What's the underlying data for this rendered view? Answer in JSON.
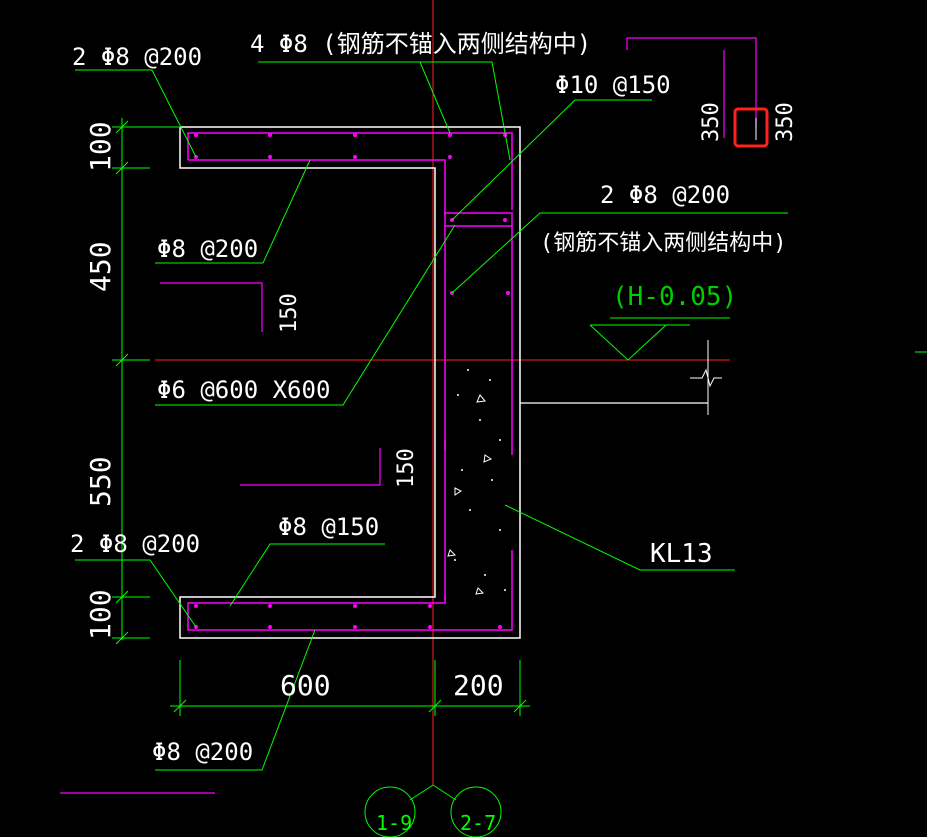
{
  "labels": {
    "top_bar_callout": "4 Φ8 (钢筋不锚入两侧结构中)",
    "top_left_bars": "2 Φ8 @200",
    "top_right_stirrup": "Φ10 @150",
    "right_mid_bars": "2 Φ8 @200",
    "right_mid_note": "(钢筋不锚入两侧结构中)",
    "level_mark": "(H-0.05)",
    "left_top_bars": "Φ8 @200",
    "tie_bars": "Φ6 @600 X600",
    "bottom_left_bars": "2 Φ8 @200",
    "bottom_stirrup": "Φ8 @150",
    "beam_tag": "KL13",
    "bottom_bars": "Φ8 @200",
    "section_mark_right": "350",
    "section_mark_left": "350",
    "offset_150_upper": "150",
    "offset_150_lower": "150"
  },
  "dimensions": {
    "vertical": [
      "100",
      "450",
      "550",
      "100"
    ],
    "horizontal": [
      "600",
      "200"
    ]
  },
  "axes": [
    "1-9",
    "2-7"
  ],
  "colors": {
    "background": "#000000",
    "outline": "#ffffff",
    "rebar": "#ff00ff",
    "leader": "#00ff00",
    "axis": "#ff0000",
    "highlight": "#ff2020"
  }
}
